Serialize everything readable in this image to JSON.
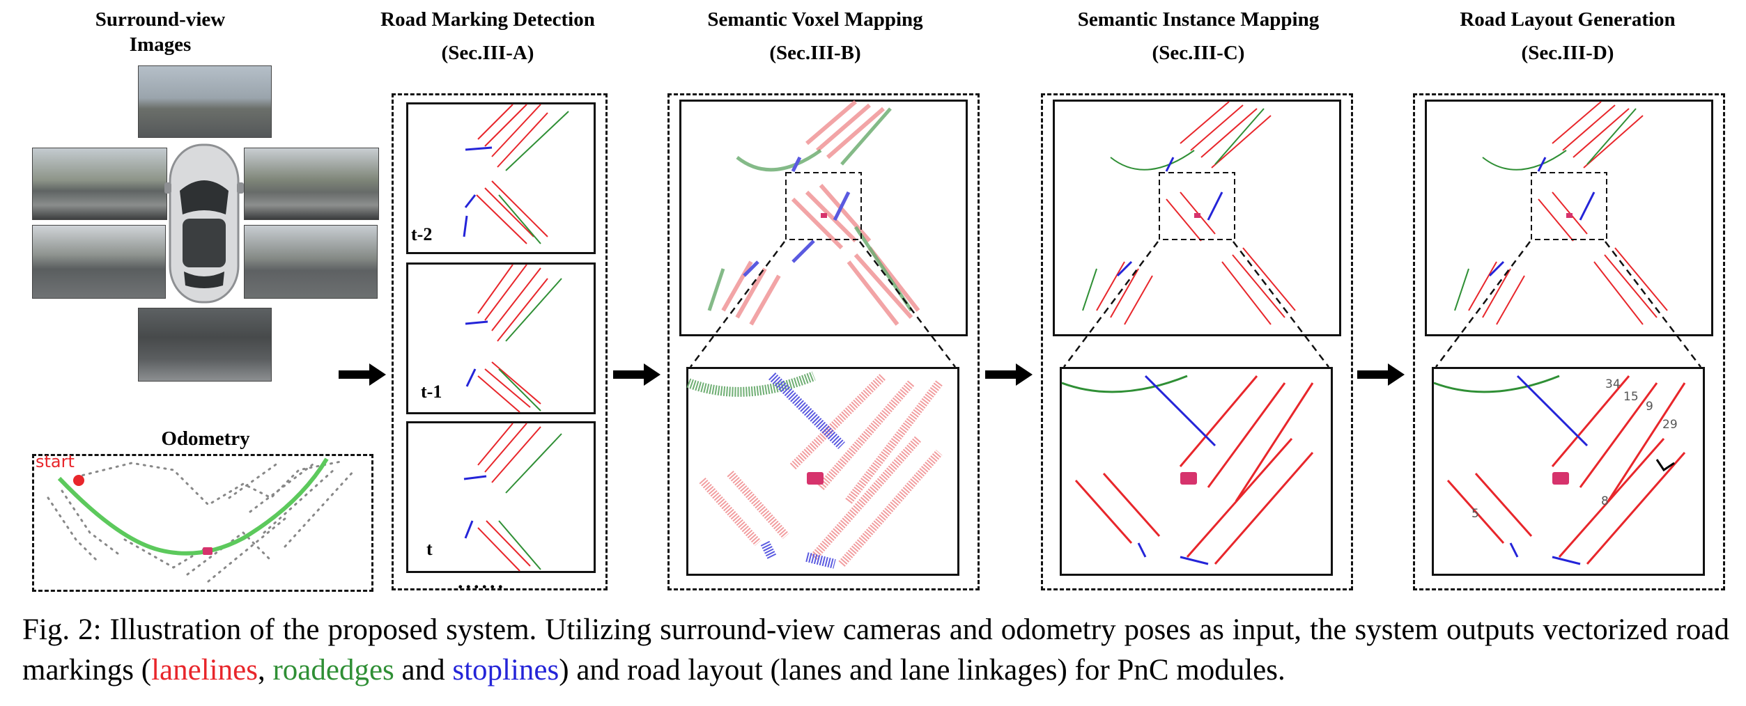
{
  "figure": {
    "columns": [
      {
        "title_line1": "Surround-view",
        "title_line2": "Images"
      },
      {
        "title_line1": "Road Marking Detection",
        "title_line2": "(Sec.III-A)"
      },
      {
        "title_line1": "Semantic Voxel Mapping",
        "title_line2": "(Sec.III-B)"
      },
      {
        "title_line1": "Semantic Instance Mapping",
        "title_line2": "(Sec.III-C)"
      },
      {
        "title_line1": "Road Layout Generation",
        "title_line2": "(Sec.III-D)"
      }
    ],
    "odometry": {
      "title": "Odometry",
      "start_label": "start"
    },
    "detection_frames": [
      "t-2",
      "t-1",
      "t"
    ],
    "more_frames": "......",
    "lane_ids": [
      "34",
      "15",
      "9",
      "29",
      "5",
      "8"
    ]
  },
  "caption": {
    "prefix": "Fig. 2: Illustration of the proposed system. Utilizing surround-view cameras and odometry poses as input, the system outputs vectorized road markings (",
    "lanelines": "lanelines",
    "sep1": ", ",
    "roadedges": "roadedges",
    "sep2": " and ",
    "stoplines": "stoplines",
    "suffix": ") and road layout (lanes and lane linkages) for PnC modules."
  },
  "colors": {
    "laneline": "#e8262b",
    "roadedge": "#2f8f35",
    "stopline": "#2424d8",
    "vehicle": "#d6336c",
    "odometry_path": "#5cc95c",
    "odometry_graph": "#888888",
    "start": "#e8262b"
  }
}
